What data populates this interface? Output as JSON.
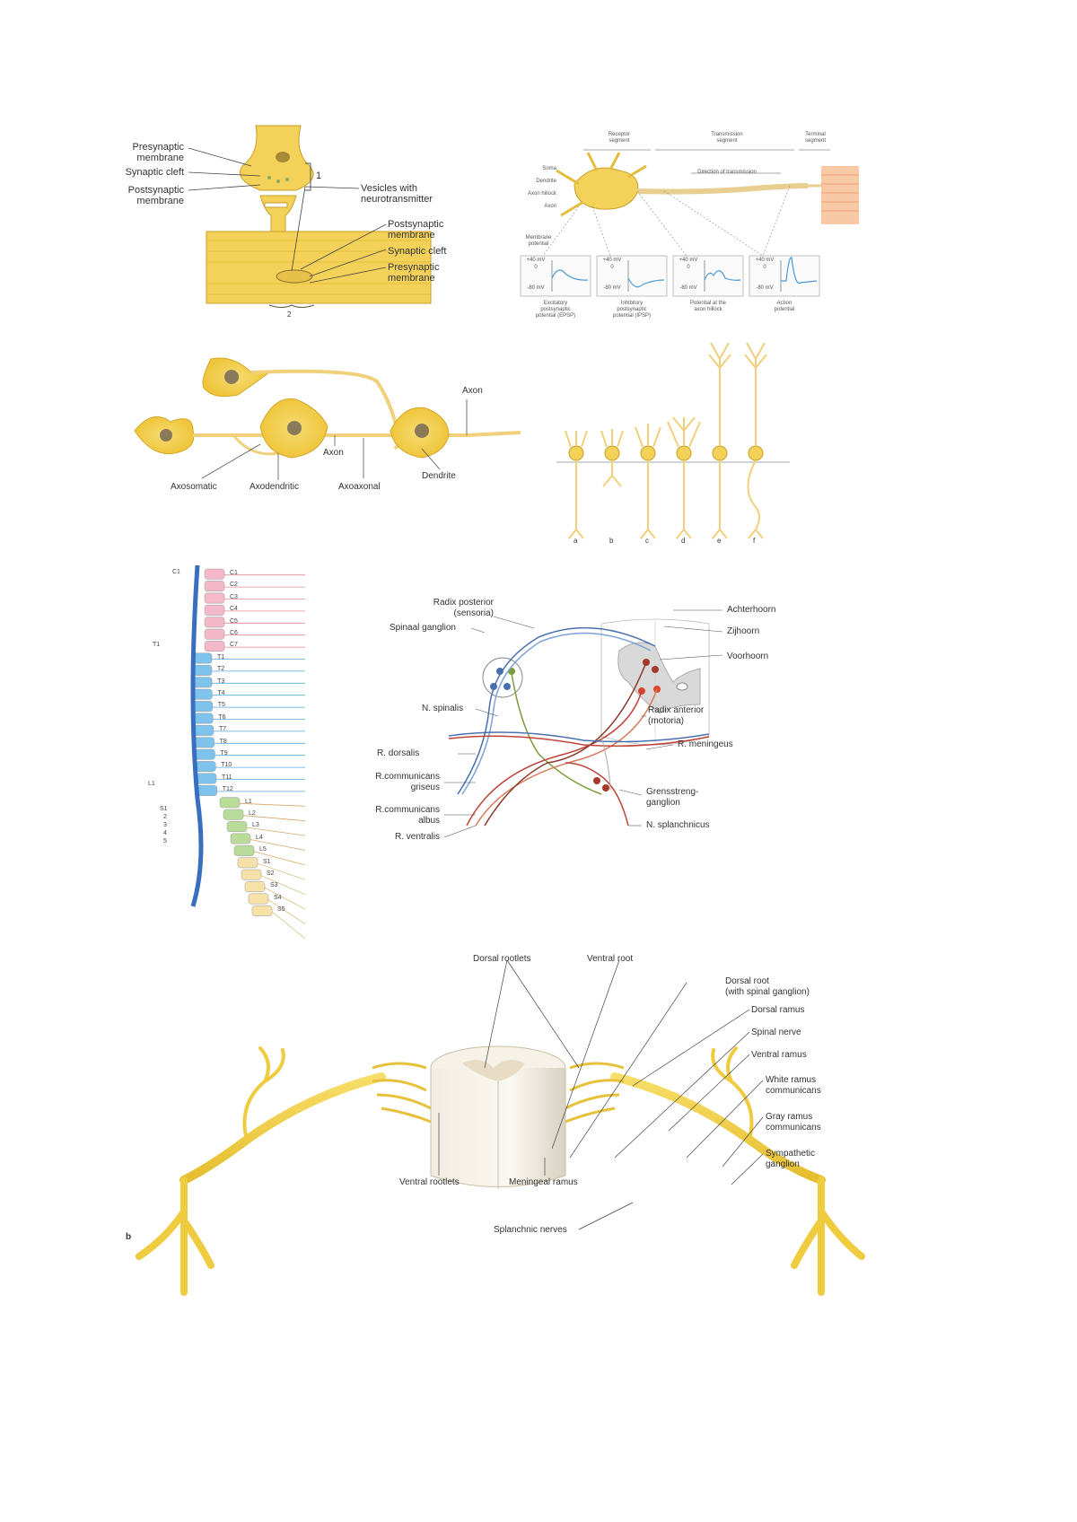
{
  "synapse_panel": {
    "labels": {
      "presynaptic_membrane_top": "Presynaptic\nmembrane",
      "synaptic_cleft_top": "Synaptic cleft",
      "postsynaptic_membrane_top": "Postsynaptic\nmembrane",
      "vesicles": "Vesicles with\nneurotransmitter",
      "postsynaptic_membrane_bottom": "Postsynaptic\nmembrane",
      "synaptic_cleft_bottom": "Synaptic cleft",
      "presynaptic_membrane_bottom": "Presynaptic\nmembrane",
      "marker_1": "1",
      "marker_2": "2"
    }
  },
  "neuron_potential_panel": {
    "segments": [
      "Receptor\nsegment",
      "Transmission\nsegment",
      "Terminal\nsegment"
    ],
    "parts": [
      "Soma",
      "Dendrite",
      "Axon hillock",
      "Axon"
    ],
    "direction": "Direction of transmission",
    "membrane_potential": "Membrane\npotential",
    "plots": [
      {
        "top": "+40 mV",
        "zero": "0",
        "bottom": "-80 mV",
        "caption": "Excitatory\npostsynaptic\npotential (EPSP)"
      },
      {
        "top": "+40 mV",
        "zero": "0",
        "bottom": "-80 mV",
        "caption": "Inhibitory\npostsynaptic\npotential (IPSP)"
      },
      {
        "top": "+40 mV",
        "zero": "0",
        "bottom": "-80 mV",
        "caption": "Potential at the\naxon hillock"
      },
      {
        "top": "+40 mV",
        "zero": "0",
        "bottom": "-80 mV",
        "caption": "Action\npotential"
      }
    ]
  },
  "synapse_types_panel": {
    "labels": {
      "axon_right": "Axon",
      "axon_center": "Axon",
      "dendrite": "Dendrite",
      "axosomatic": "Axosomatic",
      "axodendritic": "Axodendritic",
      "axoaxonal": "Axoaxonal"
    }
  },
  "neuron_shapes_panel": {
    "letters": [
      "a",
      "b",
      "c",
      "d",
      "e",
      "f"
    ]
  },
  "spine_panel": {
    "left_labels": [
      "C1",
      "T1",
      "L1",
      "S1",
      "2",
      "3",
      "4",
      "5"
    ],
    "levels": [
      "C1",
      "C2",
      "C3",
      "C4",
      "C5",
      "C6",
      "C7",
      "T1",
      "T2",
      "T3",
      "T4",
      "T5",
      "T6",
      "T7",
      "T8",
      "T9",
      "T10",
      "T11",
      "T12",
      "L1",
      "L2",
      "L3",
      "L4",
      "L5",
      "S1",
      "S2",
      "S3",
      "S4",
      "S5"
    ],
    "colors": {
      "cervical": "#f4b8c8",
      "thoracic": "#7ec3ec",
      "lumbar": "#b9dc9a",
      "sacral": "#f6e2a8"
    }
  },
  "cross_section_panel": {
    "labels": {
      "radix_posterior": "Radix posterior\n(sensoria)",
      "spinaal_ganglion": "Spinaal ganglion",
      "achterhoorn": "Achterhoorn",
      "zijhoorn": "Zijhoorn",
      "voorhoorn": "Voorhoorn",
      "n_spinalis": "N. spinalis",
      "radix_anterior": "Radix anterior\n(motoria)",
      "r_dorsalis": "R. dorsalis",
      "r_meningeus": "R. meningeus",
      "r_communicans_griseus": "R.communicans\ngriseus",
      "r_communicans_albus": "R.communicans\nalbus",
      "grensstreng": "Grensstreng-\nganglion",
      "r_ventralis": "R. ventralis",
      "n_splanchnicus": "N. splanchnicus"
    }
  },
  "spinal_nerve_panel": {
    "labels": {
      "dorsal_rootlets": "Dorsal rootlets",
      "ventral_root": "Ventral root",
      "dorsal_root": "Dorsal root\n(with spinal ganglion)",
      "dorsal_ramus": "Dorsal ramus",
      "spinal_nerve": "Spinal nerve",
      "ventral_ramus": "Ventral ramus",
      "white_ramus": "White ramus\ncommunicans",
      "gray_ramus": "Gray ramus\ncommunicans",
      "sympathetic_ganglion": "Sympathetic\nganglion",
      "ventral_rootlets": "Ventral rootlets",
      "meningeal_ramus": "Meningeal ramus",
      "splanchnic_nerves": "Splanchnic nerves",
      "panel_letter": "b"
    }
  },
  "colors": {
    "nerve_yellow": "#f2d04a",
    "nerve_outline": "#d9ad1f",
    "label_line": "#444"
  }
}
